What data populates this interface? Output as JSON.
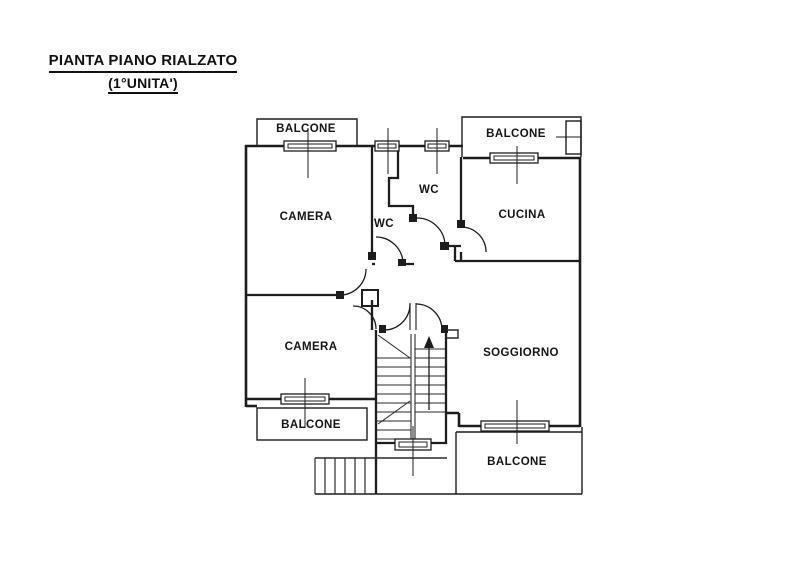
{
  "page": {
    "background_color": "#ffffff",
    "line_color": "#1d1d1d"
  },
  "title": {
    "line1": "PIANTA PIANO RIALZATO",
    "line2": "(1°UNITA')"
  },
  "floor_plan": {
    "rooms": [
      {
        "id": "balcone-top-left",
        "label": "BALCONE"
      },
      {
        "id": "camera-top-left",
        "label": "CAMERA"
      },
      {
        "id": "wc-upper",
        "label": "WC"
      },
      {
        "id": "wc-lower",
        "label": "WC"
      },
      {
        "id": "balcone-top-right",
        "label": "BALCONE"
      },
      {
        "id": "cucina",
        "label": "CUCINA"
      },
      {
        "id": "camera-bottom-left",
        "label": "CAMERA"
      },
      {
        "id": "soggiorno",
        "label": "SOGGIORNO"
      },
      {
        "id": "balcone-bottom-left",
        "label": "BALCONE"
      },
      {
        "id": "balcone-bottom-right",
        "label": "BALCONE"
      }
    ]
  }
}
